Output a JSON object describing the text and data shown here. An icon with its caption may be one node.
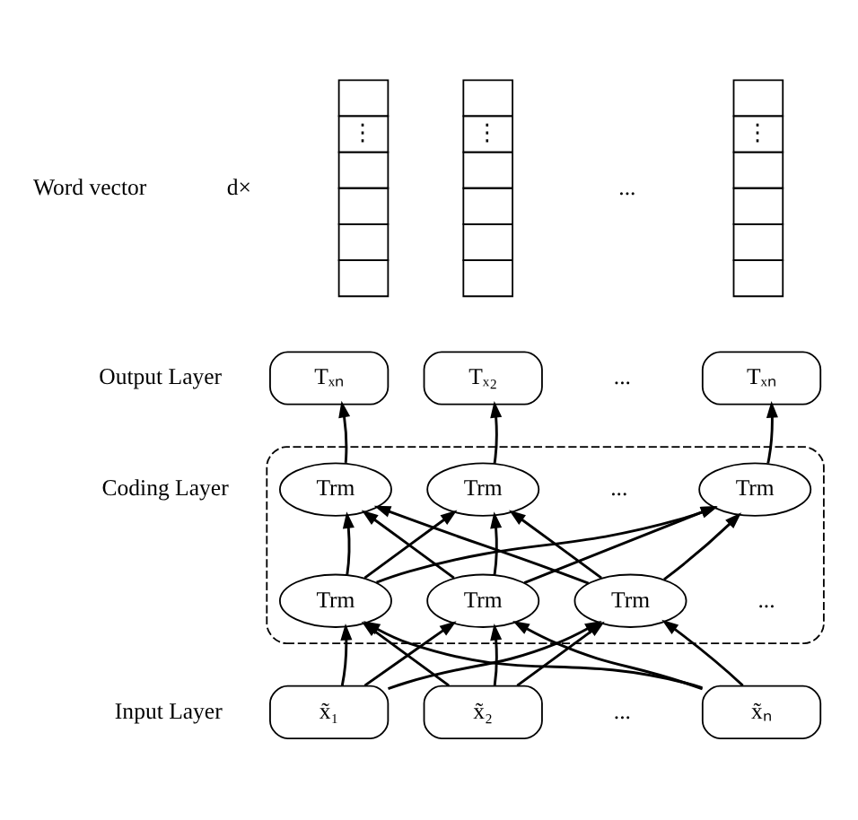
{
  "diagram": {
    "nodes": [
      {
        "text": [
          "⋮"
        ]
      },
      {
        "text": [
          "⋮"
        ]
      },
      {
        "text": [
          "⋮"
        ]
      },
      {
        "text": [
          "Tₓₙ"
        ]
      },
      {
        "text": [
          "Tₓ₂"
        ]
      },
      {
        "text": [
          "Tₓₙ"
        ]
      },
      {
        "text": [],
        "shape": "box"
      },
      {
        "text": [
          "Trm"
        ],
        "in": 6
      },
      {
        "text": [
          "Trm"
        ],
        "in": 6
      },
      {
        "text": [
          "Trm"
        ],
        "in": 6
      },
      {
        "text": [
          "Trm"
        ],
        "in": 6
      },
      {
        "text": [
          "Trm"
        ],
        "in": 6
      },
      {
        "text": [
          "Trm"
        ],
        "in": 6
      },
      {
        "text": [
          "x̃₁"
        ]
      },
      {
        "text": [
          "x̃₂"
        ]
      },
      {
        "text": [
          "x̃ₙ"
        ]
      }
    ],
    "edges": [
      {
        "from": 7,
        "to": 3,
        "arrow": "to"
      },
      {
        "from": 8,
        "to": 4,
        "arrow": "to"
      },
      {
        "from": 9,
        "to": 5,
        "arrow": "to"
      },
      {
        "from": 10,
        "to": 7,
        "arrow": "to"
      },
      {
        "from": 10,
        "to": 8,
        "arrow": "to"
      },
      {
        "from": 10,
        "to": 9,
        "arrow": "to"
      },
      {
        "from": 11,
        "to": 7,
        "arrow": "to"
      },
      {
        "from": 11,
        "to": 8,
        "arrow": "to"
      },
      {
        "from": 11,
        "to": 9,
        "arrow": "to"
      },
      {
        "from": 12,
        "to": 7,
        "arrow": "to"
      },
      {
        "from": 12,
        "to": 8,
        "arrow": "to"
      },
      {
        "from": 12,
        "to": 9,
        "arrow": "to"
      },
      {
        "from": 13,
        "to": 10,
        "arrow": "to"
      },
      {
        "from": 13,
        "to": 11,
        "arrow": "to"
      },
      {
        "from": 13,
        "to": 12,
        "arrow": "to"
      },
      {
        "from": 14,
        "to": 10,
        "arrow": "to"
      },
      {
        "from": 14,
        "to": 11,
        "arrow": "to"
      },
      {
        "from": 14,
        "to": 12,
        "arrow": "to"
      },
      {
        "from": 15,
        "to": 10,
        "arrow": "to"
      },
      {
        "from": 15,
        "to": 11,
        "arrow": "to"
      },
      {
        "from": 15,
        "to": 12,
        "arrow": "to"
      }
    ],
    "labels": [
      "Word vector",
      "d×",
      "...",
      "Output Layer",
      "...",
      "Coding Layer",
      "...",
      "...",
      "Input Layer",
      "..."
    ]
  }
}
